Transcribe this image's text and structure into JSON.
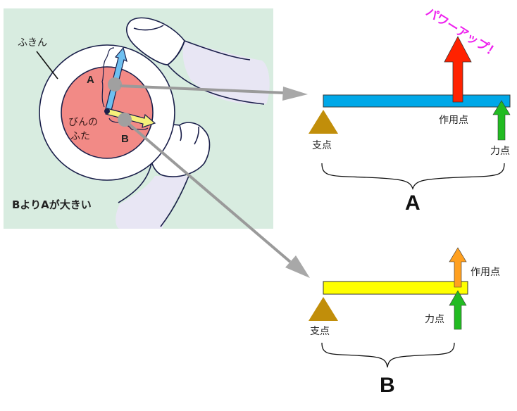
{
  "illustration": {
    "cloth_label": "ふきん",
    "lid_label_line1": "びんの",
    "lid_label_line2": "ふた",
    "label_a": "A",
    "label_b": "B",
    "caption": "BよりAが大きい",
    "colors": {
      "panel_bg": "#d8ece0",
      "lid": "#f28a86",
      "sleeve": "#e8e6f4",
      "arrow_a": "#6ec0f0",
      "arrow_b": "#f6f07a",
      "outline": "#1a1f4a",
      "pointer": "#9a9a9a"
    }
  },
  "lever_a": {
    "fulcrum_label": "支点",
    "load_label": "作用点",
    "effort_label": "力点",
    "span_label": "A",
    "power_label": "パワーアップ！",
    "colors": {
      "bar": "#00a8e8",
      "fulcrum": "#c18e0a",
      "load_arrow": "#ff2200",
      "effort_arrow": "#22bb22",
      "power_text": "#ee22ee"
    }
  },
  "lever_b": {
    "fulcrum_label": "支点",
    "load_label": "作用点",
    "effort_label": "力点",
    "span_label": "B",
    "colors": {
      "bar": "#ffff00",
      "fulcrum": "#c18e0a",
      "load_arrow": "#ffa020",
      "effort_arrow": "#22bb22"
    }
  }
}
